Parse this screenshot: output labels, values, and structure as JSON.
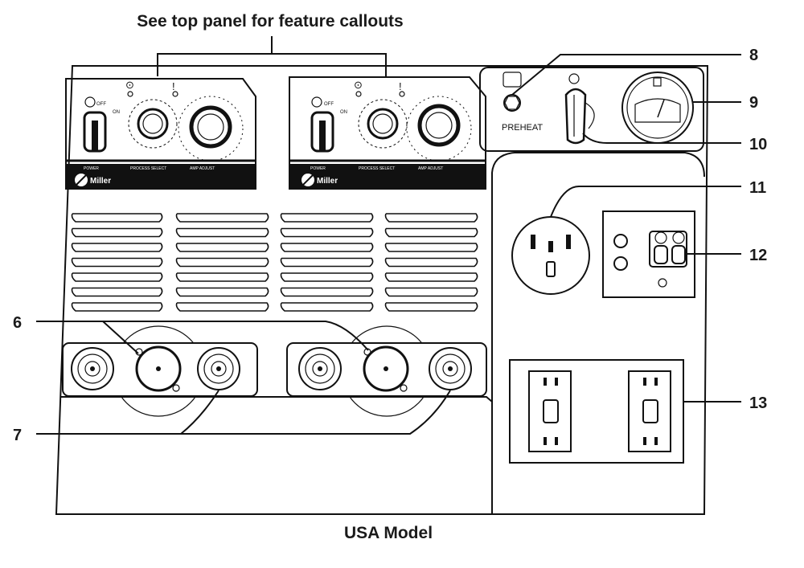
{
  "header_note": "See top panel for feature callouts",
  "caption": "USA Model",
  "callouts": {
    "c6": "6",
    "c7": "7",
    "c8": "8",
    "c9": "9",
    "c10": "10",
    "c11": "11",
    "c12": "12",
    "c13": "13"
  },
  "panel_text": {
    "preheat": "PREHEAT",
    "off": "OFF",
    "on": "ON",
    "power": "POWER",
    "process_select": "PROCESS SELECT",
    "amp_adjust": "AMP ADJUST",
    "brand": "Miller"
  },
  "colors": {
    "line": "#111111",
    "background": "#ffffff"
  }
}
